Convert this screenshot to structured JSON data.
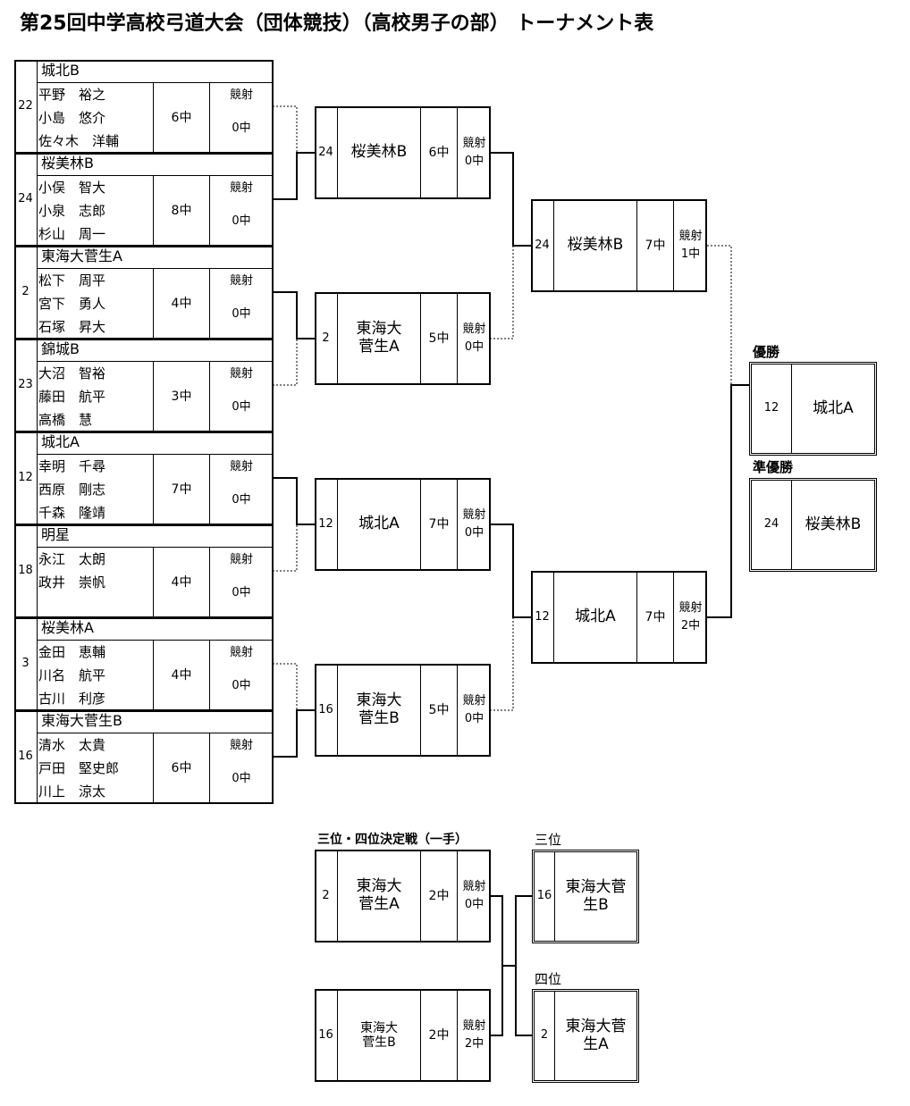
{
  "title": "第25回中学高校弓道大会（団体競技）（高校男子の部） トーナメント表",
  "shootoff_label": "競射",
  "entries": [
    {
      "seed": "22",
      "team": "城北B",
      "players": [
        "平野　裕之",
        "小島　悠介",
        "佐々木　洋輔"
      ],
      "hits": "6中",
      "shootoff": "0中"
    },
    {
      "seed": "24",
      "team": "桜美林B",
      "players": [
        "小俣　智大",
        "小泉　志郎",
        "杉山　周一"
      ],
      "hits": "8中",
      "shootoff": "0中"
    },
    {
      "seed": "2",
      "team": "東海大菅生A",
      "players": [
        "松下　周平",
        "宮下　勇人",
        "石塚　昇大"
      ],
      "hits": "4中",
      "shootoff": "0中"
    },
    {
      "seed": "23",
      "team": "錦城B",
      "players": [
        "大沼　智裕",
        "藤田　航平",
        "高橋　慧"
      ],
      "hits": "3中",
      "shootoff": "0中"
    },
    {
      "seed": "12",
      "team": "城北A",
      "players": [
        "幸明　千尋",
        "西原　剛志",
        "千森　隆靖"
      ],
      "hits": "7中",
      "shootoff": "0中"
    },
    {
      "seed": "18",
      "team": "明星",
      "players": [
        "永江　太朗",
        "政井　崇帆"
      ],
      "hits": "4中",
      "shootoff": "0中"
    },
    {
      "seed": "3",
      "team": "桜美林A",
      "players": [
        "金田　恵輔",
        "川名　航平",
        "古川　利彦"
      ],
      "hits": "4中",
      "shootoff": "0中"
    },
    {
      "seed": "16",
      "team": "東海大菅生B",
      "players": [
        "清水　太貴",
        "戸田　堅史郎",
        "川上　涼太"
      ],
      "hits": "6中",
      "shootoff": "0中"
    }
  ],
  "round2": [
    {
      "seed": "24",
      "team": "桜美林B",
      "hits": "6中",
      "shootoff": "0中"
    },
    {
      "seed": "2",
      "team": "東海大\n菅生A",
      "hits": "5中",
      "shootoff": "0中"
    },
    {
      "seed": "12",
      "team": "城北A",
      "hits": "7中",
      "shootoff": "0中"
    },
    {
      "seed": "16",
      "team": "東海大\n菅生B",
      "hits": "5中",
      "shootoff": "0中"
    }
  ],
  "semifinal": [
    {
      "seed": "24",
      "team": "桜美林B",
      "hits": "7中",
      "shootoff": "1中"
    },
    {
      "seed": "12",
      "team": "城北A",
      "hits": "7中",
      "shootoff": "2中"
    }
  ],
  "results": {
    "champion_label": "優勝",
    "champion": {
      "seed": "12",
      "team": "城北A"
    },
    "runnerup_label": "準優勝",
    "runnerup": {
      "seed": "24",
      "team": "桜美林B"
    }
  },
  "third_place_match": {
    "label": "三位・四位決定戦（一手）",
    "matches": [
      {
        "seed": "2",
        "team": "東海大\n菅生A",
        "hits": "2中",
        "shootoff": "0中"
      },
      {
        "seed": "16",
        "team": "東海大\n菅生B",
        "hits": "2中",
        "shootoff": "2中"
      }
    ],
    "third_label": "三位",
    "third": {
      "seed": "16",
      "team": "東海大菅\n生B"
    },
    "fourth_label": "四位",
    "fourth": {
      "seed": "2",
      "team": "東海大菅\n生A"
    }
  }
}
